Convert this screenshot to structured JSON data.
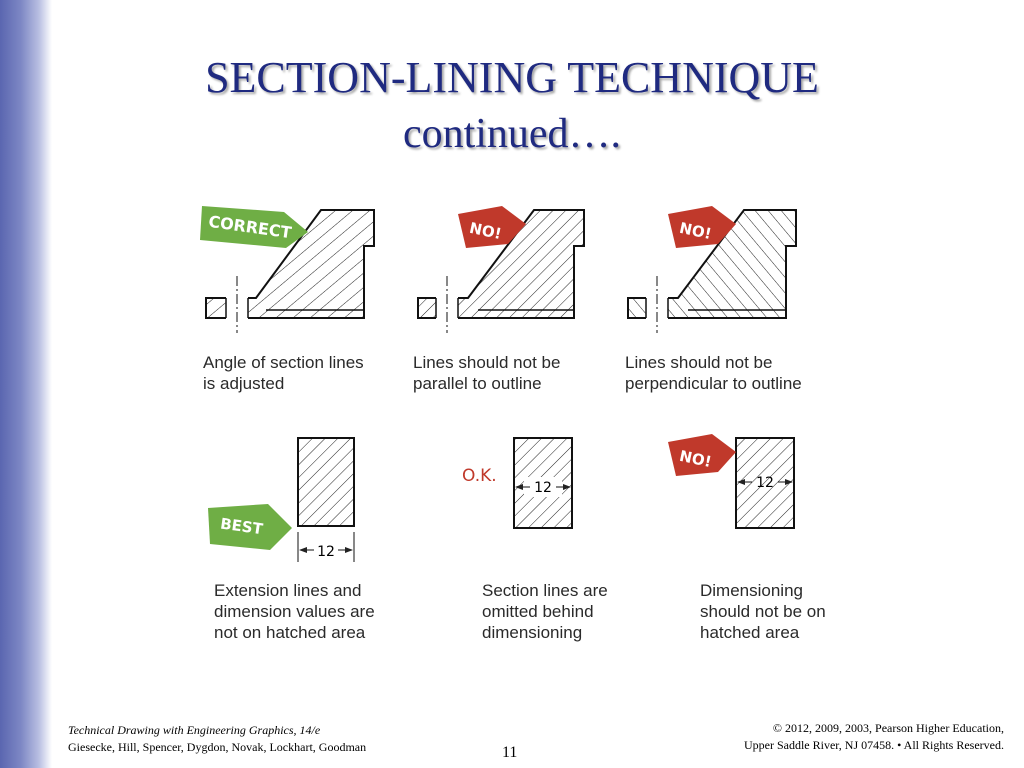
{
  "title": {
    "line1": "SECTION-LINING TECHNIQUE",
    "line2": "continued…."
  },
  "figures": {
    "tags": {
      "correct": "CORRECT",
      "no": "NO!",
      "best": "BEST",
      "ok": "O.K."
    },
    "dimension_value": "12",
    "captions": [
      "Angle of section lines\nis adjusted",
      "Lines should not be\nparallel to outline",
      "Lines should not be\nperpendicular to outline",
      "Extension lines and\ndimension values are\nnot on hatched area",
      "Section lines are\nomitted behind\ndimensioning",
      "Dimensioning\nshould not be on\nhatched area"
    ]
  },
  "footer": {
    "book": "Technical Drawing with Engineering Graphics, 14/e",
    "authors": "Giesecke, Hill, Spencer, Dygdon, Novak, Lockhart, Goodman",
    "copyright_line1": "© 2012, 2009, 2003, Pearson Higher Education,",
    "copyright_line2": "Upper Saddle River, NJ 07458. • All Rights Reserved.",
    "page_number": "11"
  },
  "colors": {
    "title": "#1f2a80",
    "correct_tag": "#6fae45",
    "no_tag": "#c0392b",
    "ok_text": "#c0392b"
  }
}
